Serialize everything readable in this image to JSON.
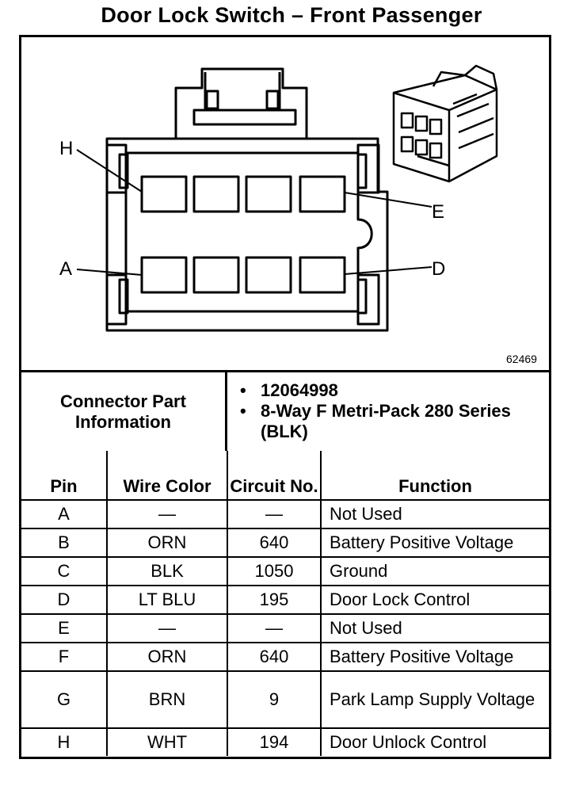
{
  "title": "Door Lock Switch – Front Passenger",
  "diagram": {
    "labels": {
      "h": "H",
      "e": "E",
      "a": "A",
      "d": "D"
    },
    "figure_number": "62469"
  },
  "connector_info": {
    "label": "Connector Part Information",
    "items": [
      "12064998",
      "8-Way F Metri-Pack 280 Series (BLK)"
    ]
  },
  "table": {
    "headers": {
      "pin": "Pin",
      "wire_color": "Wire Color",
      "circuit": "Circuit No.",
      "function": "Function"
    },
    "rows": [
      {
        "pin": "A",
        "wire": "—",
        "circuit": "—",
        "function": "Not Used"
      },
      {
        "pin": "B",
        "wire": "ORN",
        "circuit": "640",
        "function": "Battery Positive Voltage"
      },
      {
        "pin": "C",
        "wire": "BLK",
        "circuit": "1050",
        "function": "Ground"
      },
      {
        "pin": "D",
        "wire": "LT BLU",
        "circuit": "195",
        "function": "Door Lock Control"
      },
      {
        "pin": "E",
        "wire": "—",
        "circuit": "—",
        "function": "Not Used"
      },
      {
        "pin": "F",
        "wire": "ORN",
        "circuit": "640",
        "function": "Battery Positive Voltage"
      },
      {
        "pin": "G",
        "wire": "BRN",
        "circuit": "9",
        "function": "Park Lamp Supply Voltage"
      },
      {
        "pin": "H",
        "wire": "WHT",
        "circuit": "194",
        "function": "Door Unlock Control"
      }
    ]
  }
}
